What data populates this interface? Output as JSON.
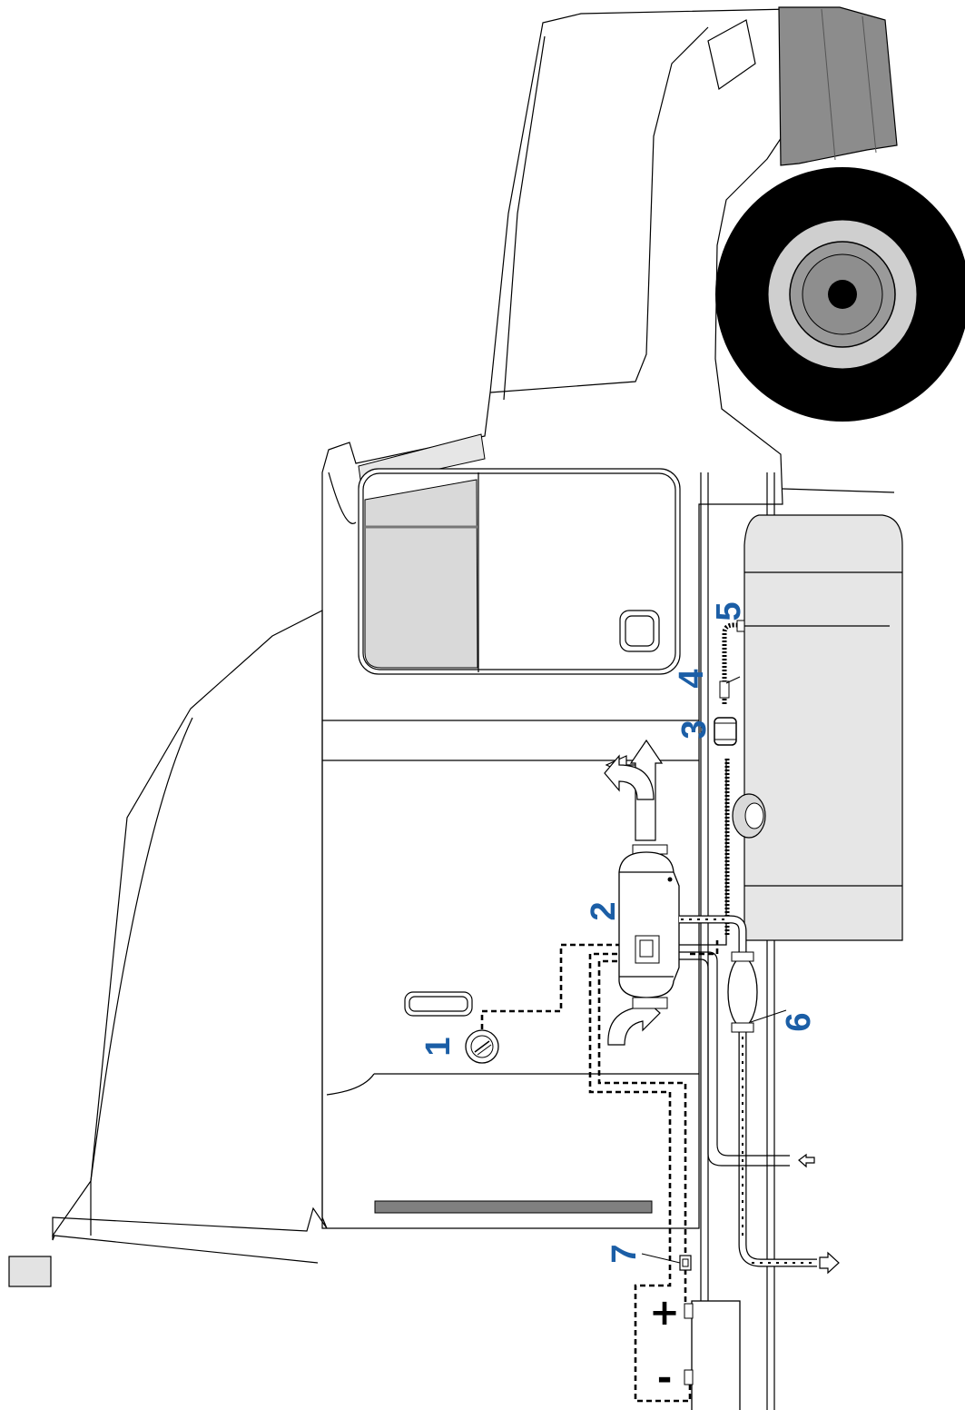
{
  "callouts": [
    {
      "id": "1",
      "label": "1"
    },
    {
      "id": "2",
      "label": "2"
    },
    {
      "id": "3",
      "label": "3"
    },
    {
      "id": "4",
      "label": "4"
    },
    {
      "id": "5",
      "label": "5"
    },
    {
      "id": "6",
      "label": "6"
    },
    {
      "id": "7",
      "label": "7"
    }
  ],
  "battery": {
    "plus": "+",
    "minus": "-"
  },
  "colors": {
    "callout": "#1b5ea6",
    "tank": "#e6e6e6",
    "glass": "#d9d9d9",
    "tire": "#000000",
    "hub_outer": "#cfcfcf",
    "hub_inner": "#9a9a9a",
    "fender": "#8c8c8c"
  }
}
